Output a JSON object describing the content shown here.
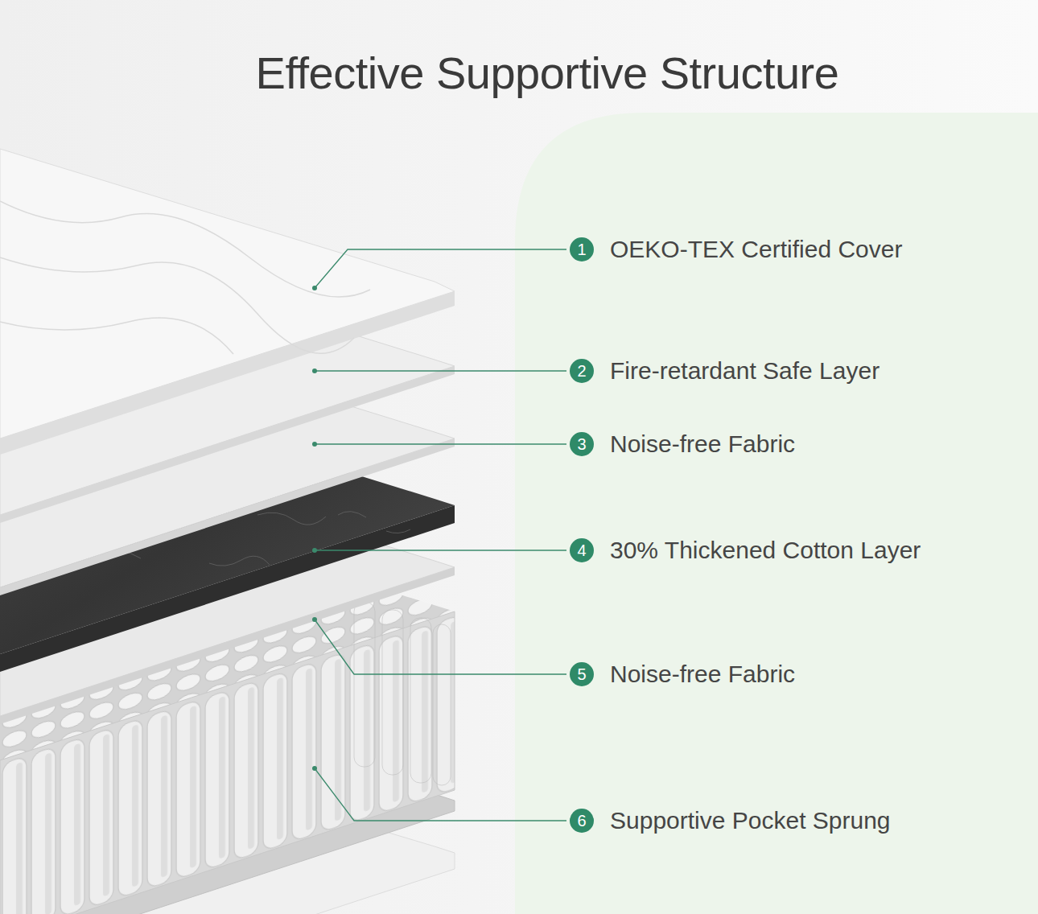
{
  "diagram": {
    "title": "Effective Supportive Structure",
    "nodes": [
      {
        "text": [
          "1",
          "OEKO-TEX Certified Cover"
        ]
      },
      {
        "text": [
          "2",
          "Fire-retardant Safe Layer"
        ]
      },
      {
        "text": [
          "3",
          "Noise-free Fabric"
        ]
      },
      {
        "text": [
          "4",
          "30% Thickened Cotton Layer"
        ]
      },
      {
        "text": [
          "5",
          "Noise-free Fabric"
        ]
      },
      {
        "text": [
          "6",
          "Supportive Pocket Sprung"
        ]
      }
    ]
  }
}
